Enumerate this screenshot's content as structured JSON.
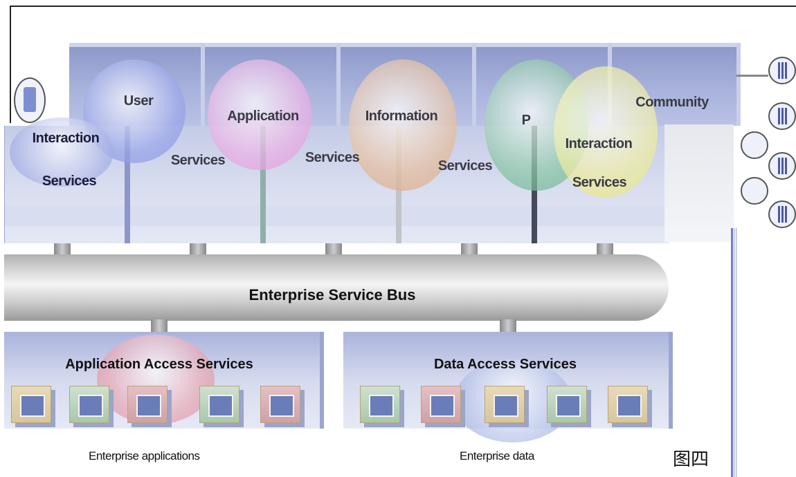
{
  "services": {
    "interaction": [
      "Interaction",
      "Services"
    ],
    "user": "User",
    "application": [
      "Application",
      "Services"
    ],
    "information": [
      "Information",
      "Services"
    ],
    "process": [
      "P",
      "Services"
    ],
    "community": "Community",
    "partner_interaction": [
      "Interaction",
      "Services"
    ]
  },
  "esb": {
    "label": "Enterprise Service Bus"
  },
  "access": {
    "application": "Application Access Services",
    "data": "Data Access Services"
  },
  "captions": {
    "enterprise_applications": "Enterprise applications",
    "enterprise_data": "Enterprise data"
  },
  "figure_label": "图四",
  "colors": {
    "block_blue": "#aab4dc",
    "bubble_user": "#7f8fe0",
    "bubble_application": "#e08fd8",
    "bubble_information": "#d8a07a",
    "bubble_process": "#5fb08a",
    "bubble_community": "#e6e37a"
  }
}
